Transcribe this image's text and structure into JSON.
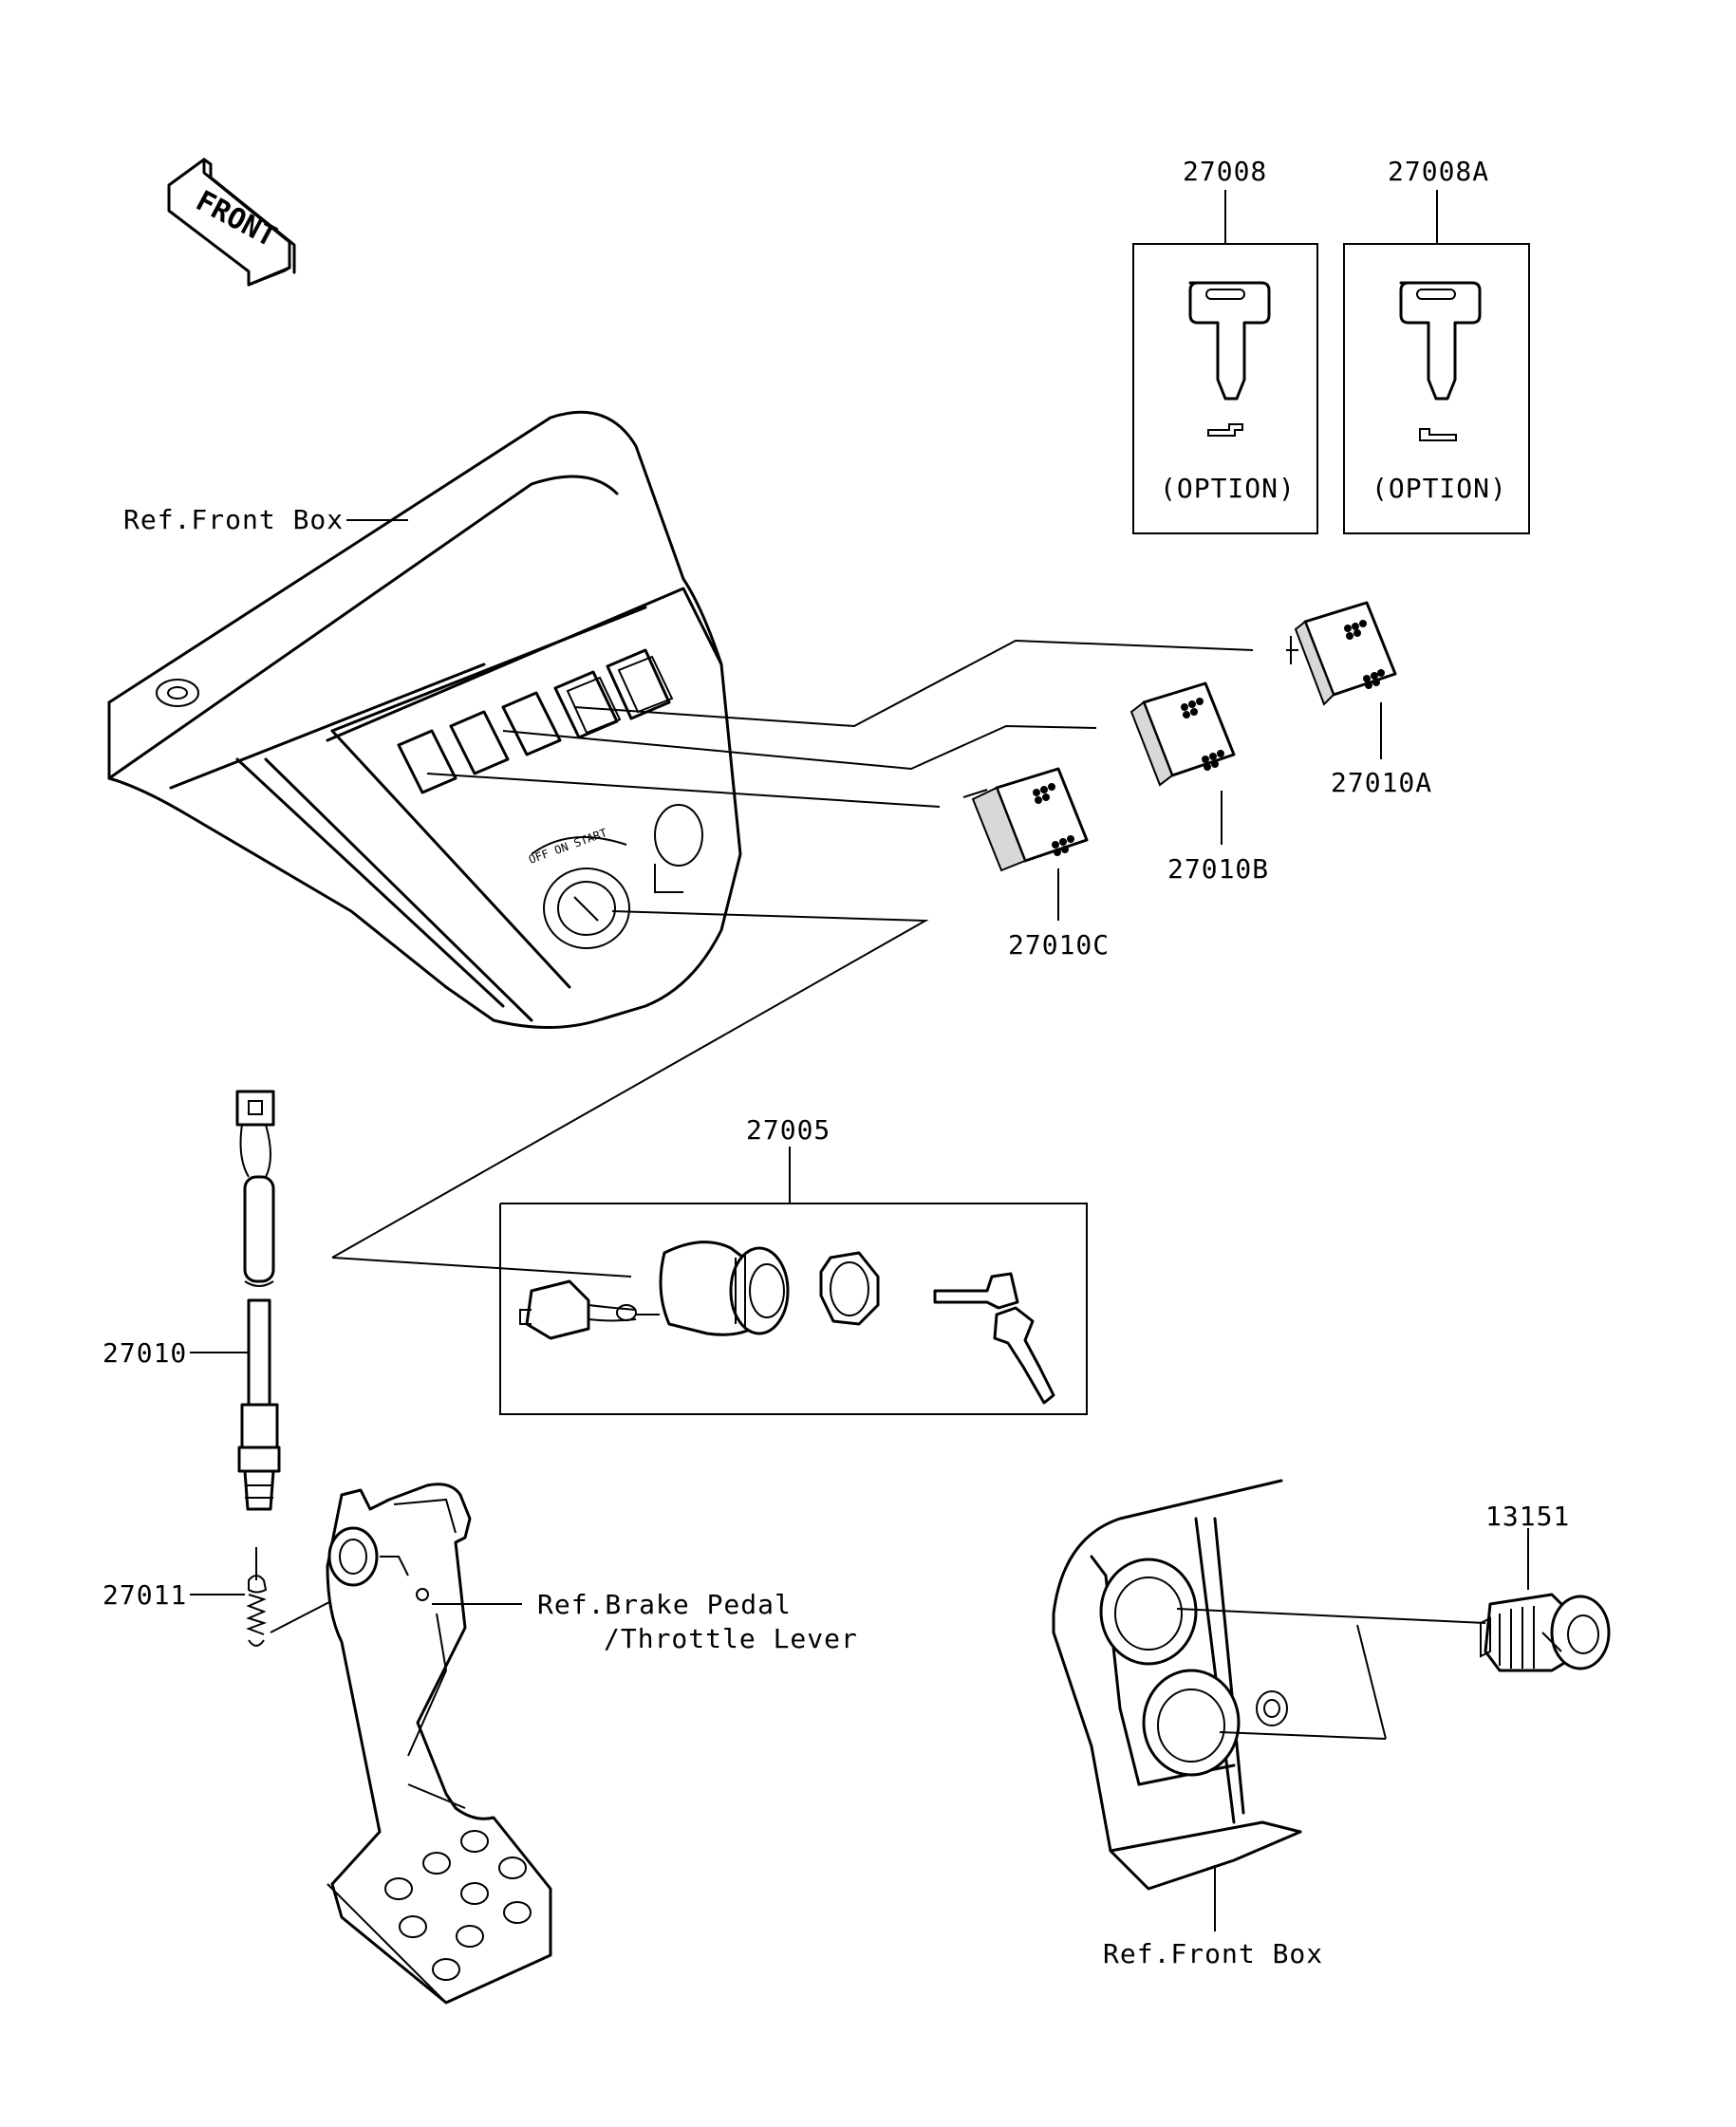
{
  "front_arrow_label": "FRONT",
  "parts": {
    "p27008": "27008",
    "p27008A": "27008A",
    "p27010A": "27010A",
    "p27010B": "27010B",
    "p27010C": "27010C",
    "p27005": "27005",
    "p27010": "27010",
    "p27011": "27011",
    "p13151": "13151"
  },
  "option_labels": {
    "left": "(OPTION)",
    "right": "(OPTION)"
  },
  "references": {
    "front_box_top": "Ref.Front Box",
    "brake_pedal_line1": "Ref.Brake Pedal",
    "brake_pedal_line2": "/Throttle Lever",
    "front_box_bottom": "Ref.Front Box"
  }
}
